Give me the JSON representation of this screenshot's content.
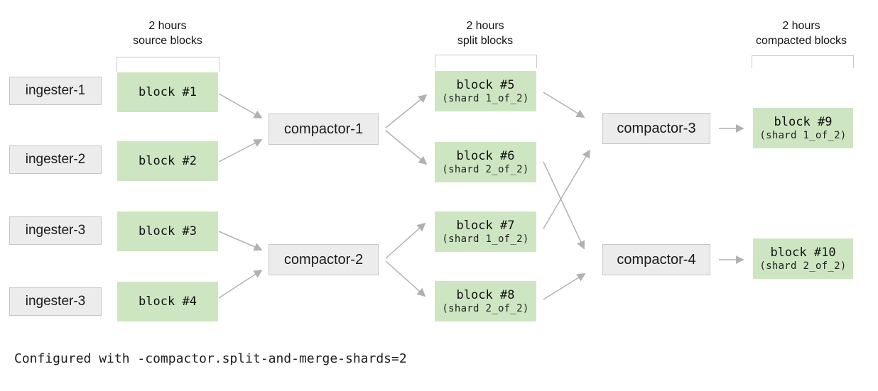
{
  "headers": {
    "source": {
      "line1": "2 hours",
      "line2": "source blocks"
    },
    "split": {
      "line1": "2 hours",
      "line2": "split blocks"
    },
    "compacted": {
      "line1": "2 hours",
      "line2": "compacted blocks"
    }
  },
  "ingesters": [
    {
      "label": "ingester-1"
    },
    {
      "label": "ingester-2"
    },
    {
      "label": "ingester-3"
    },
    {
      "label": "ingester-3"
    }
  ],
  "source_blocks": [
    {
      "label": "block #1"
    },
    {
      "label": "block #2"
    },
    {
      "label": "block #3"
    },
    {
      "label": "block #4"
    }
  ],
  "stage1_compactors": [
    {
      "label": "compactor-1"
    },
    {
      "label": "compactor-2"
    }
  ],
  "split_blocks": [
    {
      "label": "block #5",
      "shard": "(shard 1_of_2)"
    },
    {
      "label": "block #6",
      "shard": "(shard 2_of_2)"
    },
    {
      "label": "block #7",
      "shard": "(shard 1_of_2)"
    },
    {
      "label": "block #8",
      "shard": "(shard 2_of_2)"
    }
  ],
  "stage2_compactors": [
    {
      "label": "compactor-3"
    },
    {
      "label": "compactor-4"
    }
  ],
  "compacted_blocks": [
    {
      "label": "block #9",
      "shard": "(shard 1_of_2)"
    },
    {
      "label": "block #10",
      "shard": "(shard 2_of_2)"
    }
  ],
  "edges": [
    {
      "from": "block #1",
      "to": "compactor-1"
    },
    {
      "from": "block #2",
      "to": "compactor-1"
    },
    {
      "from": "compactor-1",
      "to": "block #5"
    },
    {
      "from": "compactor-1",
      "to": "block #6"
    },
    {
      "from": "block #3",
      "to": "compactor-2"
    },
    {
      "from": "block #4",
      "to": "compactor-2"
    },
    {
      "from": "compactor-2",
      "to": "block #7"
    },
    {
      "from": "compactor-2",
      "to": "block #8"
    },
    {
      "from": "block #5",
      "to": "compactor-3"
    },
    {
      "from": "block #7",
      "to": "compactor-3"
    },
    {
      "from": "block #6",
      "to": "compactor-4"
    },
    {
      "from": "block #8",
      "to": "compactor-4"
    },
    {
      "from": "compactor-3",
      "to": "block #9"
    },
    {
      "from": "compactor-4",
      "to": "block #10"
    }
  ],
  "caption": "Configured with -compactor.split-and-merge-shards=2",
  "colors": {
    "block_fill": "#cee5c2",
    "box_fill": "#ececec",
    "box_border": "#c6c6c6",
    "arrow": "#b1b1b1",
    "bracket": "#c9c9c9",
    "text": "#1b1b1b"
  }
}
